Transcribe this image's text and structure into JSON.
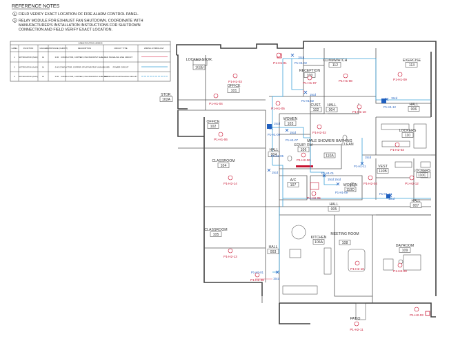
{
  "notes": {
    "title": "REFERENCE NOTES",
    "items": [
      {
        "num": "1",
        "lines": [
          "FIELD VERIFY EXACT LOCATION OF FIRE ALARM CONTROL PANEL."
        ]
      },
      {
        "num": "2",
        "lines": [
          "RELAY MODULE FOR EXHAUST FAN SHUTDOWN. COORDINATE WITH",
          "MANUFACTURER'S INSTALLATION INSTRUCTIONS FOR SHUTDOWN",
          "CONNECTION AND FIELD VERIFY EXACT LOCATION."
        ]
      }
    ]
  },
  "legend": {
    "title": "CABLE ROUTING LEGEND",
    "headers": [
      "LABEL",
      "FUNCTION",
      "GAUGE",
      "RESISTANCE (OHM/FT)",
      "DESCRIPTION",
      "CIRCUIT TYPE",
      "WIRING SYMBOLOGY"
    ],
    "rows": [
      {
        "cells": [
          "1",
          "NOTIFICATION (NAC)",
          "14",
          "0.00",
          "CONDUCTOR, COPPER, FPL/FPLR/FPLP SHIELDED",
          "SIGNALING LINE CIRCUIT"
        ],
        "line_color": "#e0506a"
      },
      {
        "cells": [
          "2",
          "NOTIFICATION (NAC)",
          "14",
          "0.00",
          "CONDUCTOR, COPPER, FPL/FPLR/FPLP UNSHIELDED",
          "POWER CIRCUIT"
        ],
        "line_color": "#3aa0d8"
      },
      {
        "cells": [
          "3",
          "NOTIFICATION (NAC)",
          "14",
          "0.00",
          "CONDUCTOR, COPPER, FPL/FPLR/FPLP SHIELDED",
          "NOTIFICATION APPLIANCE CIRCUIT"
        ],
        "line_color": "#3aa0d8"
      }
    ]
  },
  "rooms": [
    {
      "id": "locked-stor",
      "name": "LOCKED STOR.",
      "num": "102B"
    },
    {
      "id": "office-101",
      "name": "OFFICE",
      "num": "101"
    },
    {
      "id": "stor-102a",
      "name": "STOR.",
      "num": "102A"
    },
    {
      "id": "commwatch",
      "name": "COMMWATCH",
      "num": "112"
    },
    {
      "id": "reception",
      "name": "RECEPTION",
      "num": "100"
    },
    {
      "id": "exercise",
      "name": "EXERCISE",
      "num": "113"
    },
    {
      "id": "cust",
      "name": "CUST.",
      "num": "102"
    },
    {
      "id": "hall-004",
      "name": "HALL",
      "num": "004"
    },
    {
      "id": "hall-006",
      "name": "HALL",
      "num": "006"
    },
    {
      "id": "office-102",
      "name": "OFFICE",
      "num": "102"
    },
    {
      "id": "women-103",
      "name": "WOMEN",
      "num": "103"
    },
    {
      "id": "lockers-110",
      "name": "LOCKERS",
      "num": "110"
    },
    {
      "id": "male-shower",
      "name": "MALE SHOWER/ BARHING",
      "num": "110A"
    },
    {
      "id": "clean",
      "name": "CLEAN",
      "num": ""
    },
    {
      "id": "equip",
      "name": "EQUIP. RM",
      "num": "106"
    },
    {
      "id": "hall-004b",
      "name": "HALL",
      "num": "004"
    },
    {
      "id": "classroom-104",
      "name": "CLASSROOM",
      "num": "104"
    },
    {
      "id": "vest",
      "name": "VEST",
      "num": "110B"
    },
    {
      "id": "lockers-110c",
      "name": "LOCKERS",
      "num": "110C"
    },
    {
      "id": "ac",
      "name": "A/C",
      "num": "107"
    },
    {
      "id": "women-110d",
      "name": "WOMEN",
      "num": "110D"
    },
    {
      "id": "hall-005",
      "name": "HALL",
      "num": "005"
    },
    {
      "id": "hall-007",
      "name": "HALL",
      "num": "007"
    },
    {
      "id": "classroom-105",
      "name": "CLASSROOM",
      "num": "105"
    },
    {
      "id": "kitchen",
      "name": "KITCHEN",
      "num": "106A"
    },
    {
      "id": "meeting",
      "name": "MEETING ROOM",
      "num": "108"
    },
    {
      "id": "dayroom",
      "name": "DAYROOM",
      "num": "109"
    },
    {
      "id": "hall-003",
      "name": "HALL",
      "num": "003"
    },
    {
      "id": "patio",
      "name": "PATIO",
      "num": ""
    }
  ],
  "tags": [
    {
      "id": "t1",
      "code": "P1-H1-01"
    },
    {
      "id": "t2",
      "code": "P1-H1-03"
    },
    {
      "id": "t3",
      "code": "P1-H1-04"
    },
    {
      "id": "t4",
      "code": "P1-H1-05"
    },
    {
      "id": "t5",
      "code": "P1-H1-07"
    },
    {
      "id": "t6",
      "code": "P1-H1-08"
    },
    {
      "id": "t7",
      "code": "P1-H1-09"
    },
    {
      "id": "t8",
      "code": "P1-H1-06"
    },
    {
      "id": "t9",
      "code": "P1-H1-10"
    },
    {
      "id": "t10",
      "code": "P1-H2-02"
    },
    {
      "id": "t11",
      "code": "P1-H2-03"
    },
    {
      "id": "t12",
      "code": "P1-H2-06"
    },
    {
      "id": "t13",
      "code": "P1-H2-04"
    },
    {
      "id": "t14",
      "code": "P1-H2-14"
    },
    {
      "id": "t15",
      "code": "P1-H2-13"
    },
    {
      "id": "t16",
      "code": "P1-H2-12"
    },
    {
      "id": "t17",
      "code": "P1-H2-10"
    },
    {
      "id": "t18",
      "code": "P1-H2-11"
    },
    {
      "id": "t19",
      "code": "P1-H2-09"
    },
    {
      "id": "t20",
      "code": "P1-H2-08"
    },
    {
      "id": "t21",
      "code": "P1-H2-03"
    },
    {
      "id": "t22",
      "code": "P1-H2-05"
    }
  ],
  "devices": [
    {
      "id": "d1",
      "code": "P1-H1-02",
      "rating": "15cd"
    },
    {
      "id": "d2",
      "code": "P1-H1-02",
      "rating": "15cd"
    },
    {
      "id": "d3",
      "code": "P1-H1-06",
      "rating": "15cd"
    },
    {
      "id": "d4",
      "code": "P1-H1-07",
      "rating": "15cd"
    },
    {
      "id": "d5",
      "code": "P1-H1-12",
      "rating": "15cd"
    },
    {
      "id": "d6",
      "code": "P1-H1-11",
      "rating": "15cd"
    },
    {
      "id": "d7",
      "code": "P1-H1-01",
      "rating": "15cd"
    },
    {
      "id": "d8",
      "code": "P1-H1-09",
      "rating": "15cd"
    },
    {
      "id": "d9",
      "code": "P1-H1-13",
      "rating": "15cd"
    },
    {
      "id": "d10",
      "code": "P1-H1-05",
      "rating": "15cd"
    },
    {
      "id": "d11",
      "code": "P1-H2-01",
      "rating": "15cd"
    }
  ],
  "colors": {
    "wall": "#404040",
    "tag": "#c8102e",
    "device": "#1f5fbf",
    "route": "#3aa0d8",
    "route_signal": "#e0506a"
  }
}
